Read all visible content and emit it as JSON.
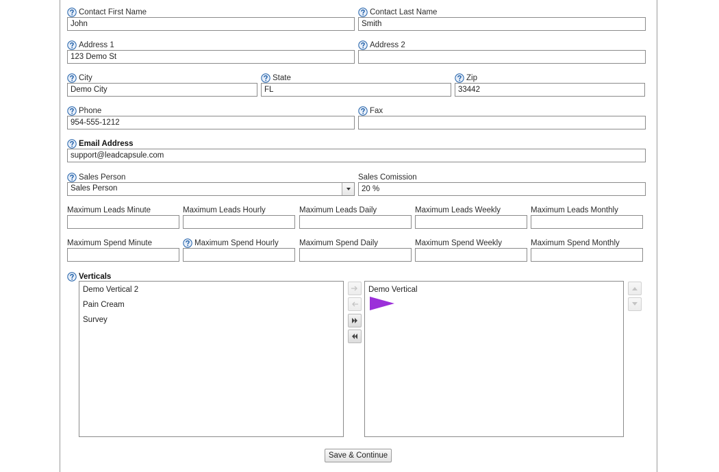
{
  "fields": {
    "first_name": {
      "label": "Contact First Name",
      "value": "John"
    },
    "last_name": {
      "label": "Contact Last Name",
      "value": "Smith"
    },
    "address1": {
      "label": "Address 1",
      "value": "123 Demo St"
    },
    "address2": {
      "label": "Address 2",
      "value": ""
    },
    "city": {
      "label": "City",
      "value": "Demo City"
    },
    "state": {
      "label": "State",
      "value": "FL"
    },
    "zip": {
      "label": "Zip",
      "value": "33442"
    },
    "phone": {
      "label": "Phone",
      "value": "954-555-1212"
    },
    "fax": {
      "label": "Fax",
      "value": ""
    },
    "email": {
      "label": "Email Address",
      "value": "support@leadcapsule.com"
    },
    "sales_person": {
      "label": "Sales Person",
      "value": "Sales Person"
    },
    "sales_commission": {
      "label": "Sales Comission",
      "value": "20 %"
    }
  },
  "max_leads": [
    {
      "label": "Maximum Leads Minute",
      "value": ""
    },
    {
      "label": "Maximum Leads Hourly",
      "value": ""
    },
    {
      "label": "Maximum Leads Daily",
      "value": ""
    },
    {
      "label": "Maximum Leads Weekly",
      "value": ""
    },
    {
      "label": "Maximum Leads Monthly",
      "value": ""
    }
  ],
  "max_spend": [
    {
      "label": "Maximum Spend Minute",
      "value": ""
    },
    {
      "label": "Maximum Spend Hourly",
      "value": ""
    },
    {
      "label": "Maximum Spend Daily",
      "value": ""
    },
    {
      "label": "Maximum Spend Weekly",
      "value": ""
    },
    {
      "label": "Maximum Spend Monthly",
      "value": ""
    }
  ],
  "verticals": {
    "label": "Verticals",
    "available": [
      "Demo Vertical 2",
      "Pain Cream",
      "Survey"
    ],
    "selected": [
      "Demo Vertical"
    ]
  },
  "actions": {
    "save_label": "Save & Continue"
  },
  "colors": {
    "annotation_arrow": "#9b30d9",
    "help_icon": "#1f5fa8"
  },
  "icons": {
    "help": "help-question-icon",
    "move_right": "arrow-right-icon",
    "move_left": "arrow-left-icon",
    "move_all_right": "double-chevron-right-icon",
    "move_all_left": "double-chevron-left-icon",
    "move_up": "triangle-up-icon",
    "move_down": "triangle-down-icon"
  }
}
